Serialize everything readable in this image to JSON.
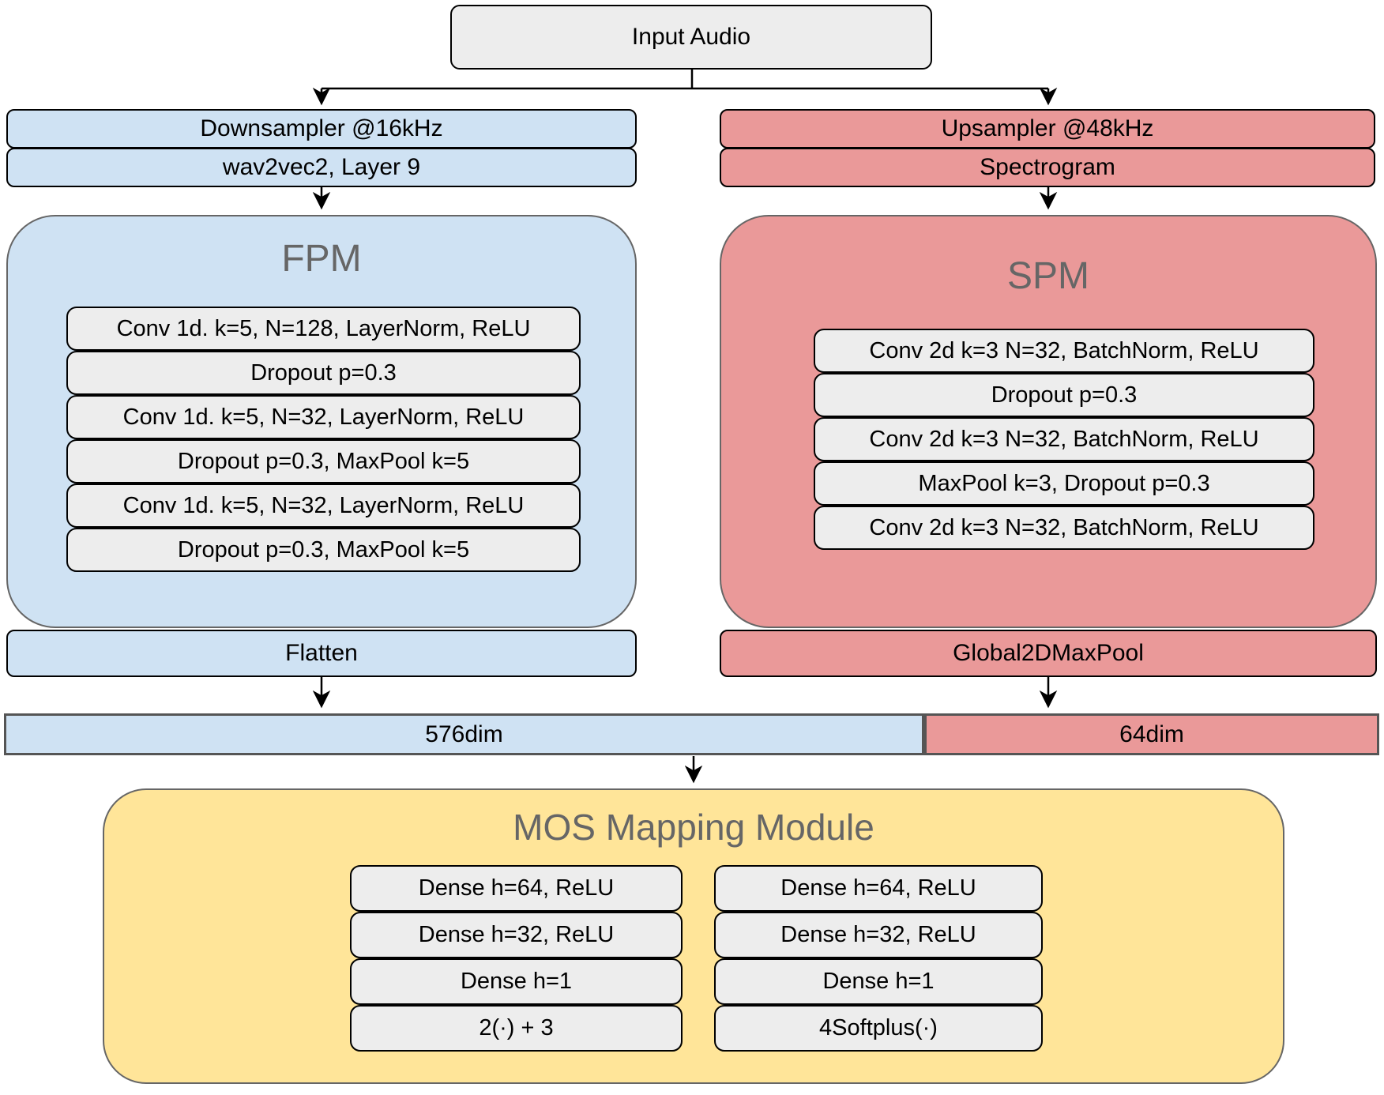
{
  "input_audio": {
    "label": "Input Audio"
  },
  "left_branch": {
    "color": "#cfe2f3",
    "preprocess": [
      "Downsampler @16kHz",
      "wav2vec2, Layer 9"
    ],
    "module": {
      "title": "FPM",
      "layers": [
        "Conv 1d. k=5, N=128, LayerNorm, ReLU",
        "Dropout p=0.3",
        "Conv 1d. k=5, N=32, LayerNorm, ReLU",
        "Dropout p=0.3, MaxPool k=5",
        "Conv 1d. k=5, N=32, LayerNorm, ReLU",
        "Dropout p=0.3, MaxPool k=5"
      ]
    },
    "post": "Flatten",
    "dim": "576dim"
  },
  "right_branch": {
    "color": "#ea9999",
    "preprocess": [
      "Upsampler @48kHz",
      "Spectrogram"
    ],
    "module": {
      "title": "SPM",
      "layers": [
        "Conv 2d k=3 N=32, BatchNorm, ReLU",
        "Dropout p=0.3",
        "Conv 2d k=3 N=32, BatchNorm, ReLU",
        "MaxPool k=3, Dropout p=0.3",
        "Conv 2d k=3 N=32, BatchNorm, ReLU"
      ]
    },
    "post": "Global2DMaxPool",
    "dim": "64dim"
  },
  "mos_module": {
    "title": "MOS Mapping Module",
    "left_column": [
      "Dense h=64, ReLU",
      "Dense h=32, ReLU",
      "Dense h=1",
      "2(·) + 3"
    ],
    "right_column": [
      "Dense h=64, ReLU",
      "Dense h=32, ReLU",
      "Dense h=1",
      "4Softplus(·)"
    ]
  },
  "colors": {
    "feature_branch_blue": "#cfe2f3",
    "spectrogram_branch_red": "#ea9999",
    "mos_module_yellow": "#ffe599",
    "layer_box_gray": "#ededed",
    "container_border_gray": "#666666",
    "title_text_gray": "#666666"
  }
}
